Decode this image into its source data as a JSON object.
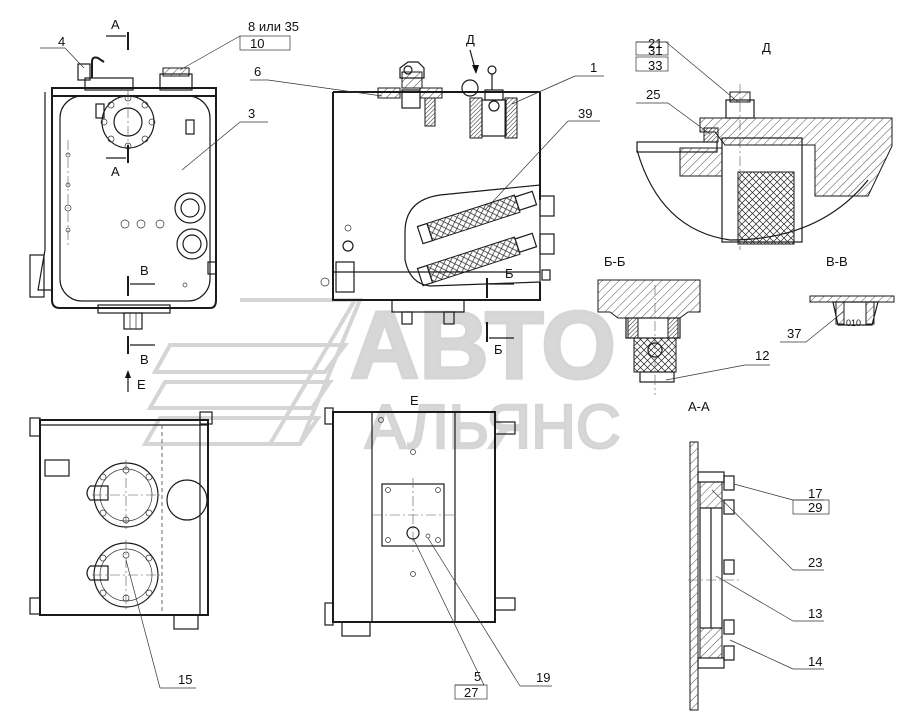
{
  "section_marks": {
    "a": "А",
    "b": "Б",
    "v": "В",
    "d": "Д",
    "e": "Е"
  },
  "view_titles": {
    "d": "Д",
    "bb": "Б-Б",
    "vv": "В-В",
    "aa": "А-А",
    "e": "Е"
  },
  "callouts": {
    "p4": "4",
    "p8or35": "8 или 35",
    "p10": "10",
    "p3": "3",
    "p6": "6",
    "p1": "1",
    "p39": "39",
    "p21": "21",
    "p31": "31",
    "p33": "33",
    "p25": "25",
    "p37": "37",
    "p12": "12",
    "p17": "17",
    "p29": "29",
    "p23": "23",
    "p13": "13",
    "p14": "14",
    "p15": "15",
    "p5": "5",
    "p27": "27",
    "p19": "19"
  },
  "part_stamp": "010",
  "watermark": {
    "line1": "АВТО",
    "line2": "АЛЬЯНС"
  }
}
